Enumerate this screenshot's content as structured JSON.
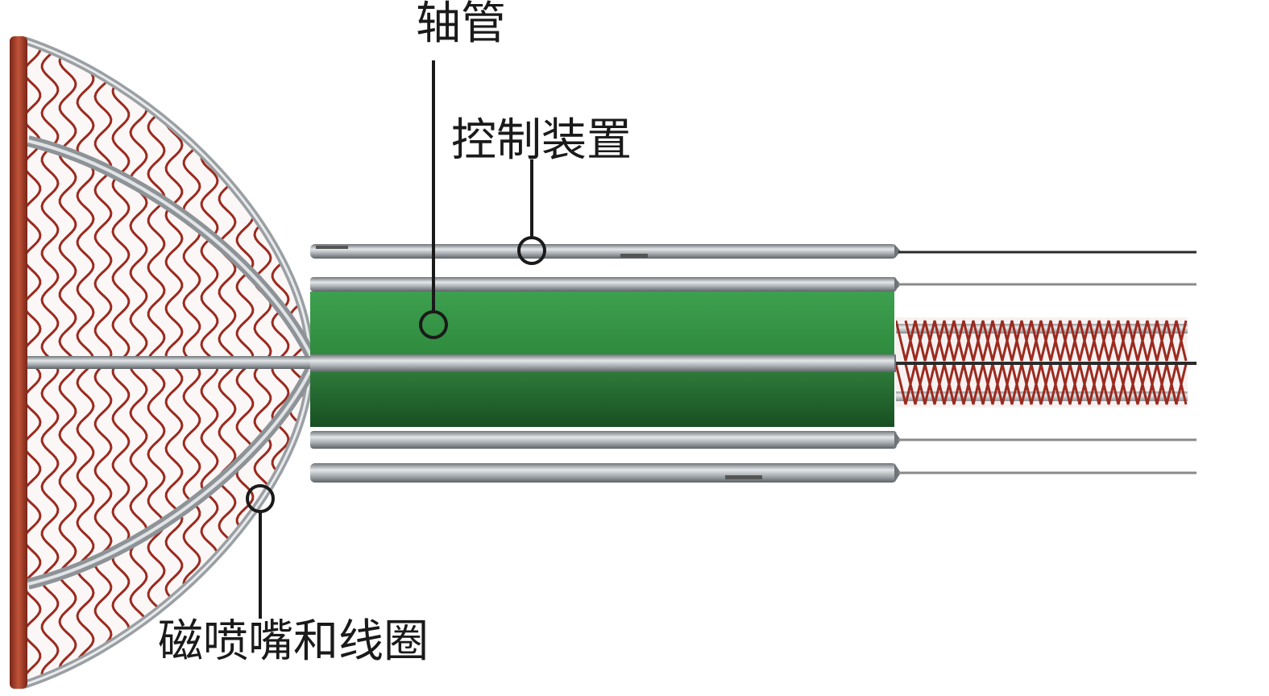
{
  "labels": {
    "axial_tube": "轴管",
    "control_device": "控制装置",
    "magnetic_nozzle_and_coils": "磁喷嘴和线圈"
  },
  "colors": {
    "coil": "#9b2a1f",
    "rod": "#8d9296",
    "rod_highlight": "#e6e9eb",
    "green_tube": "#2e8b3f",
    "green_tube_dark": "#1a5a28",
    "base_plate": "#a33a26"
  }
}
